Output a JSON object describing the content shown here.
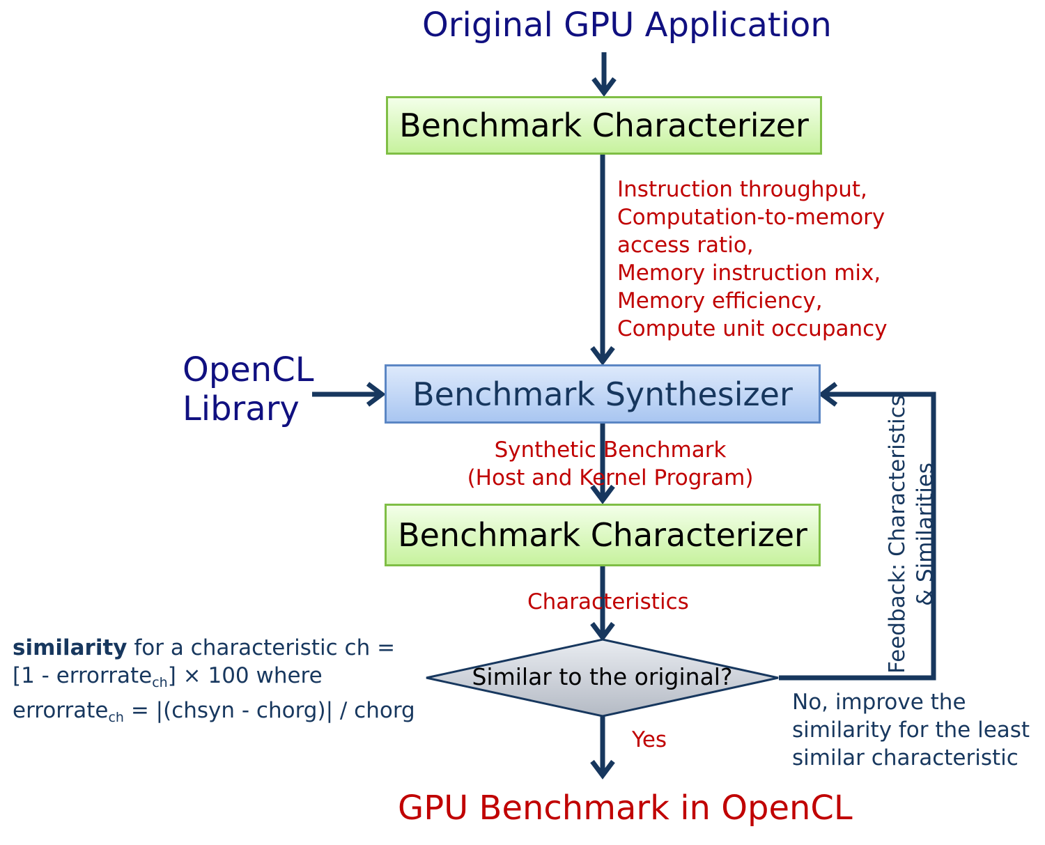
{
  "title": "Original GPU Application",
  "characterizer_top": "Benchmark Characterizer",
  "characteristics_list": [
    "Instruction throughput,",
    "Computation-to-memory",
    "access ratio,",
    "Memory instruction mix,",
    "Memory efficiency,",
    "Compute unit occupancy"
  ],
  "opencl_library": [
    "OpenCL",
    "Library"
  ],
  "synthesizer": "Benchmark Synthesizer",
  "synthetic_benchmark": [
    "Synthetic Benchmark",
    "(Host and Kernel Program)"
  ],
  "characterizer_bottom": "Benchmark Characterizer",
  "characteristics_label": "Characteristics",
  "decision": "Similar to the original?",
  "yes_label": "Yes",
  "no_label": [
    "No, improve the",
    "similarity for the least",
    "similar characteristic"
  ],
  "feedback": [
    "Feedback: Characteristics",
    "& Similarities"
  ],
  "similarity_note": {
    "line1_bold": "similarity",
    "line1_rest": " for a characteristic ch =",
    "line2_pre": "[1 - errorrate",
    "line2_sub": "ch",
    "line2_post": "] × 100 where",
    "line3_pre": "errorrate",
    "line3_sub": "ch",
    "line3_post": " = |(chsyn - chorg)| / chorg"
  },
  "output": "GPU Benchmark in OpenCL",
  "colors": {
    "arrow": "#17375e",
    "navy_title": "#101080",
    "red_text": "#c00000",
    "green_border": "#7fbe45",
    "blue_border": "#5b86c4"
  }
}
